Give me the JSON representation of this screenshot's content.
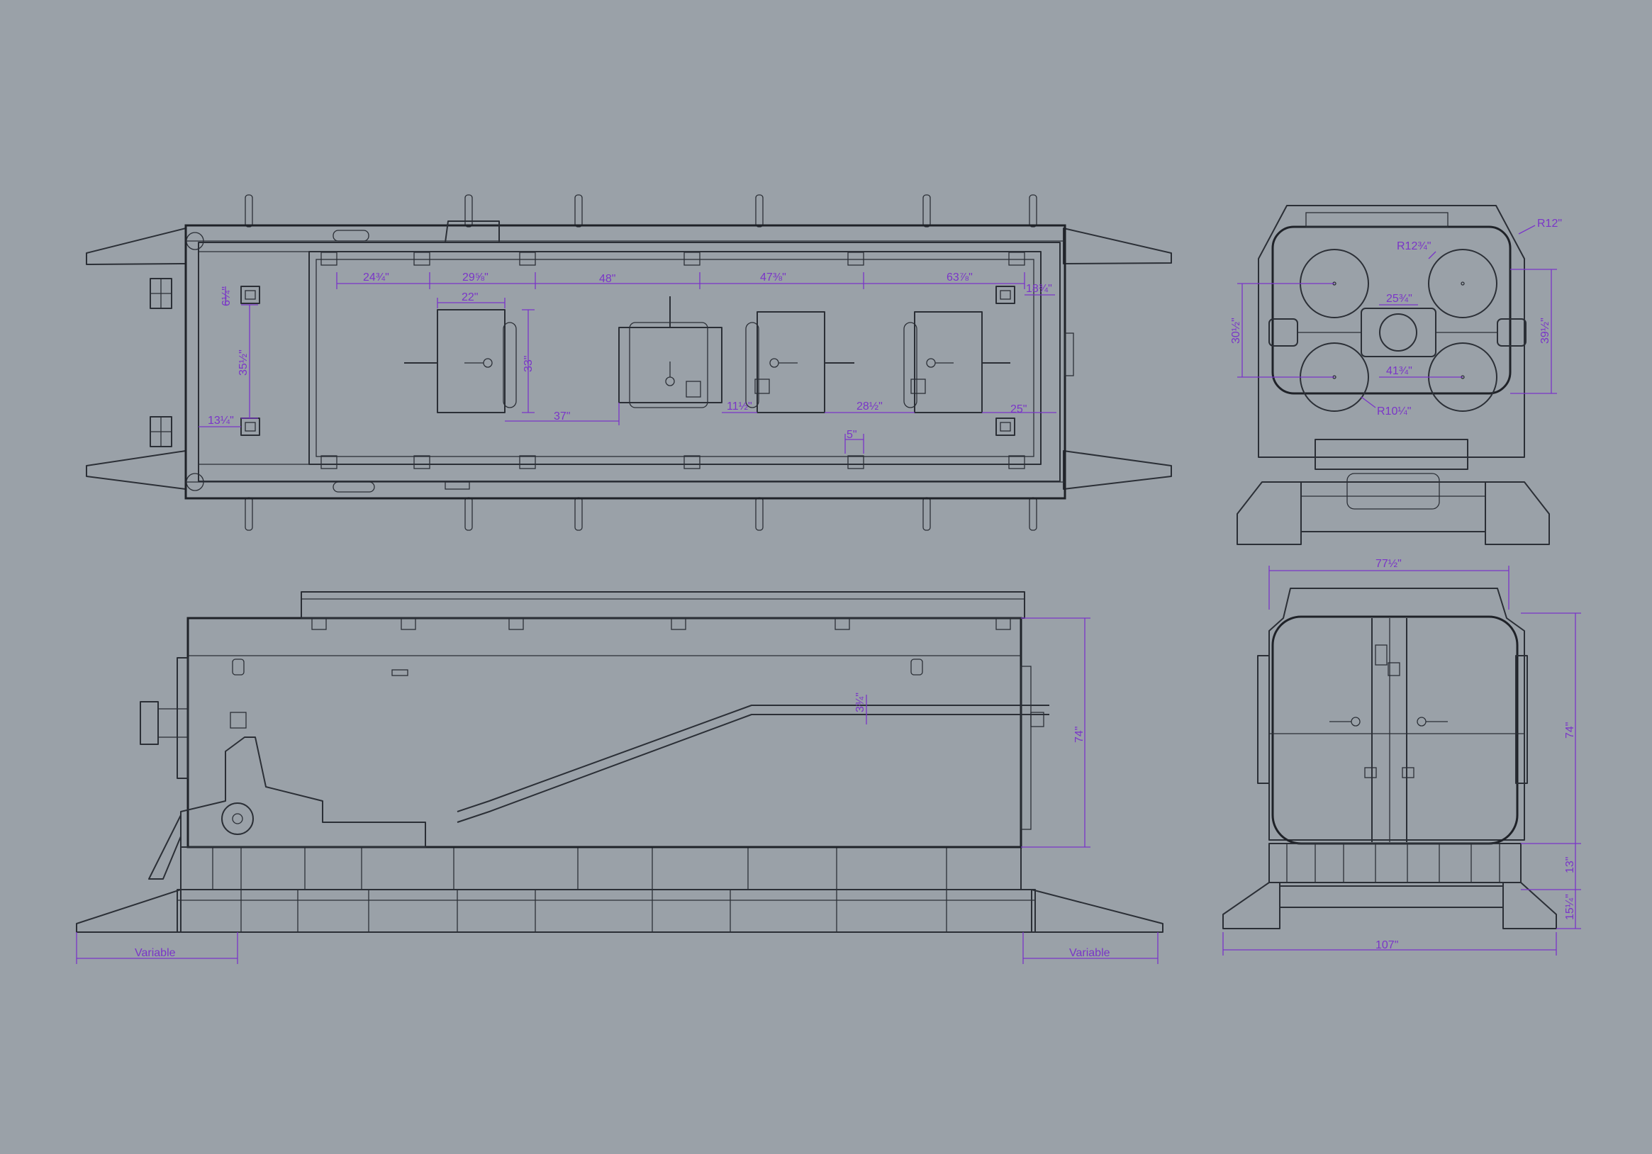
{
  "colors": {
    "background": "#9aa1a8",
    "linework": "#2b2f36",
    "dimension": "#7a35c8"
  },
  "top_view": {
    "d_24_3_4": "24¾\"",
    "d_29_5_8": "29⅝\"",
    "d_48": "48\"",
    "d_47_3_8": "47⅜\"",
    "d_63_7_8": "63⅞\"",
    "d_18_3_4": "18¾\"",
    "d_22": "22\"",
    "d_6_1_4": "6¼\"",
    "d_35_1_2": "35½\"",
    "d_33": "33\"",
    "d_37": "37\"",
    "d_13_1_4": "13¼\"",
    "d_11_1_2": "11½\"",
    "d_28_1_2": "28½\"",
    "d_25": "25\"",
    "d_5": "5\""
  },
  "end_view_top": {
    "r12": "R12\"",
    "r12_3_4": "R12¾\"",
    "d_25_3_4": "25¾\"",
    "d_30_1_2": "30½\"",
    "d_39_1_2": "39½\"",
    "d_41_3_4": "41¾\"",
    "r10_1_4": "R10¼\""
  },
  "side_view": {
    "d_3_3_4": "3¾\"",
    "d_74": "74\"",
    "variable_left": "Variable",
    "variable_right": "Variable"
  },
  "end_view_bottom": {
    "d_77_1_2": "77½\"",
    "d_74": "74\"",
    "d_13": "13\"",
    "d_15_1_4": "15¼\"",
    "d_107": "107\""
  }
}
